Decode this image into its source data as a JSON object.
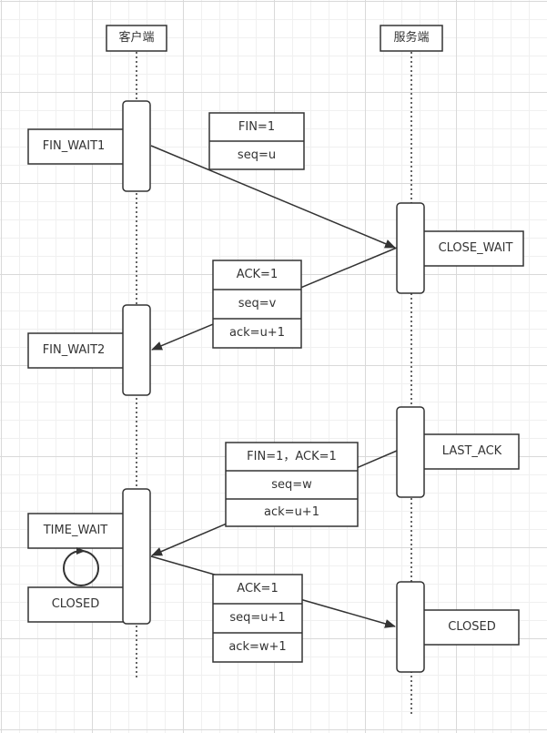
{
  "participants": {
    "client": "客户端",
    "server": "服务端"
  },
  "states": {
    "fin_wait1": "FIN_WAIT1",
    "close_wait": "CLOSE_WAIT",
    "fin_wait2": "FIN_WAIT2",
    "last_ack": "LAST_ACK",
    "time_wait": "TIME_WAIT",
    "closed_client": "CLOSED",
    "closed_server": "CLOSED"
  },
  "messages": {
    "m1": {
      "a": "FIN=1",
      "b": "seq=u"
    },
    "m2": {
      "a": "ACK=1",
      "b": "seq=v",
      "c": "ack=u+1"
    },
    "m3": {
      "a": "FIN=1，ACK=1",
      "b": "seq=w",
      "c": "ack=u+1"
    },
    "m4": {
      "a": "ACK=1",
      "b": "seq=u+1",
      "c": "ack=w+1"
    }
  },
  "colors": {
    "stroke": "#333333",
    "fill": "#ffffff",
    "text": "#333333"
  }
}
